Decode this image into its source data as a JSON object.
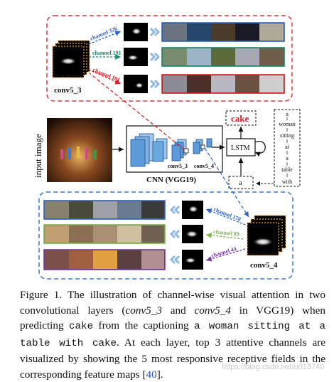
{
  "figure": {
    "top_panel": {
      "layer_label": "conv5_3",
      "channels": [
        {
          "label": "channel 326",
          "color": "#2f63c9"
        },
        {
          "label": "channel 191",
          "color": "#1a8a6e"
        },
        {
          "label": "channel 101",
          "color": "#d61f26"
        }
      ],
      "border_color": "#e03a3a"
    },
    "middle": {
      "input_label": "input image",
      "cnn_label": "CNN (VGG19)",
      "conv53_label": "conv5_3",
      "conv54_label": "conv5_4",
      "lstm_label": "LSTM",
      "output_word": "cake",
      "input_word": "a",
      "caption_words": [
        "a",
        "woman",
        "sitting",
        "at",
        "a",
        "table",
        "with"
      ]
    },
    "bottom_panel": {
      "layer_label": "conv5_4",
      "channels": [
        {
          "label": "channel 178",
          "color": "#2f63c9"
        },
        {
          "label": "channel 89",
          "color": "#7ab648"
        },
        {
          "label": "channel 44",
          "color": "#7a3aa8"
        }
      ],
      "border_color": "#3a78c9"
    },
    "colors": {
      "accent_red": "#d61f26",
      "accent_blue": "#2f63c9",
      "arrow_chevron": "#8fb7e0"
    }
  },
  "caption": {
    "p1": "Figure 1. The illustration of channel-wise visual attention in two convolutional layers (",
    "conv53": "conv",
    "conv53b": "5_3",
    "p2": " and ",
    "conv54": "conv",
    "conv54b": "5_4",
    "p3": " in VGG19) when predicting ",
    "cake": "cake",
    "p4": " from the captioning ",
    "sentence": "a woman sitting at a table with cake",
    "p5": ". At each layer, top 3 attentive channels are visualized by showing the 5 most responsive receptive fields in the corresponding feature maps [",
    "ref": "40",
    "p6": "]."
  },
  "watermark": "https://blog.csdn.net/u013740"
}
